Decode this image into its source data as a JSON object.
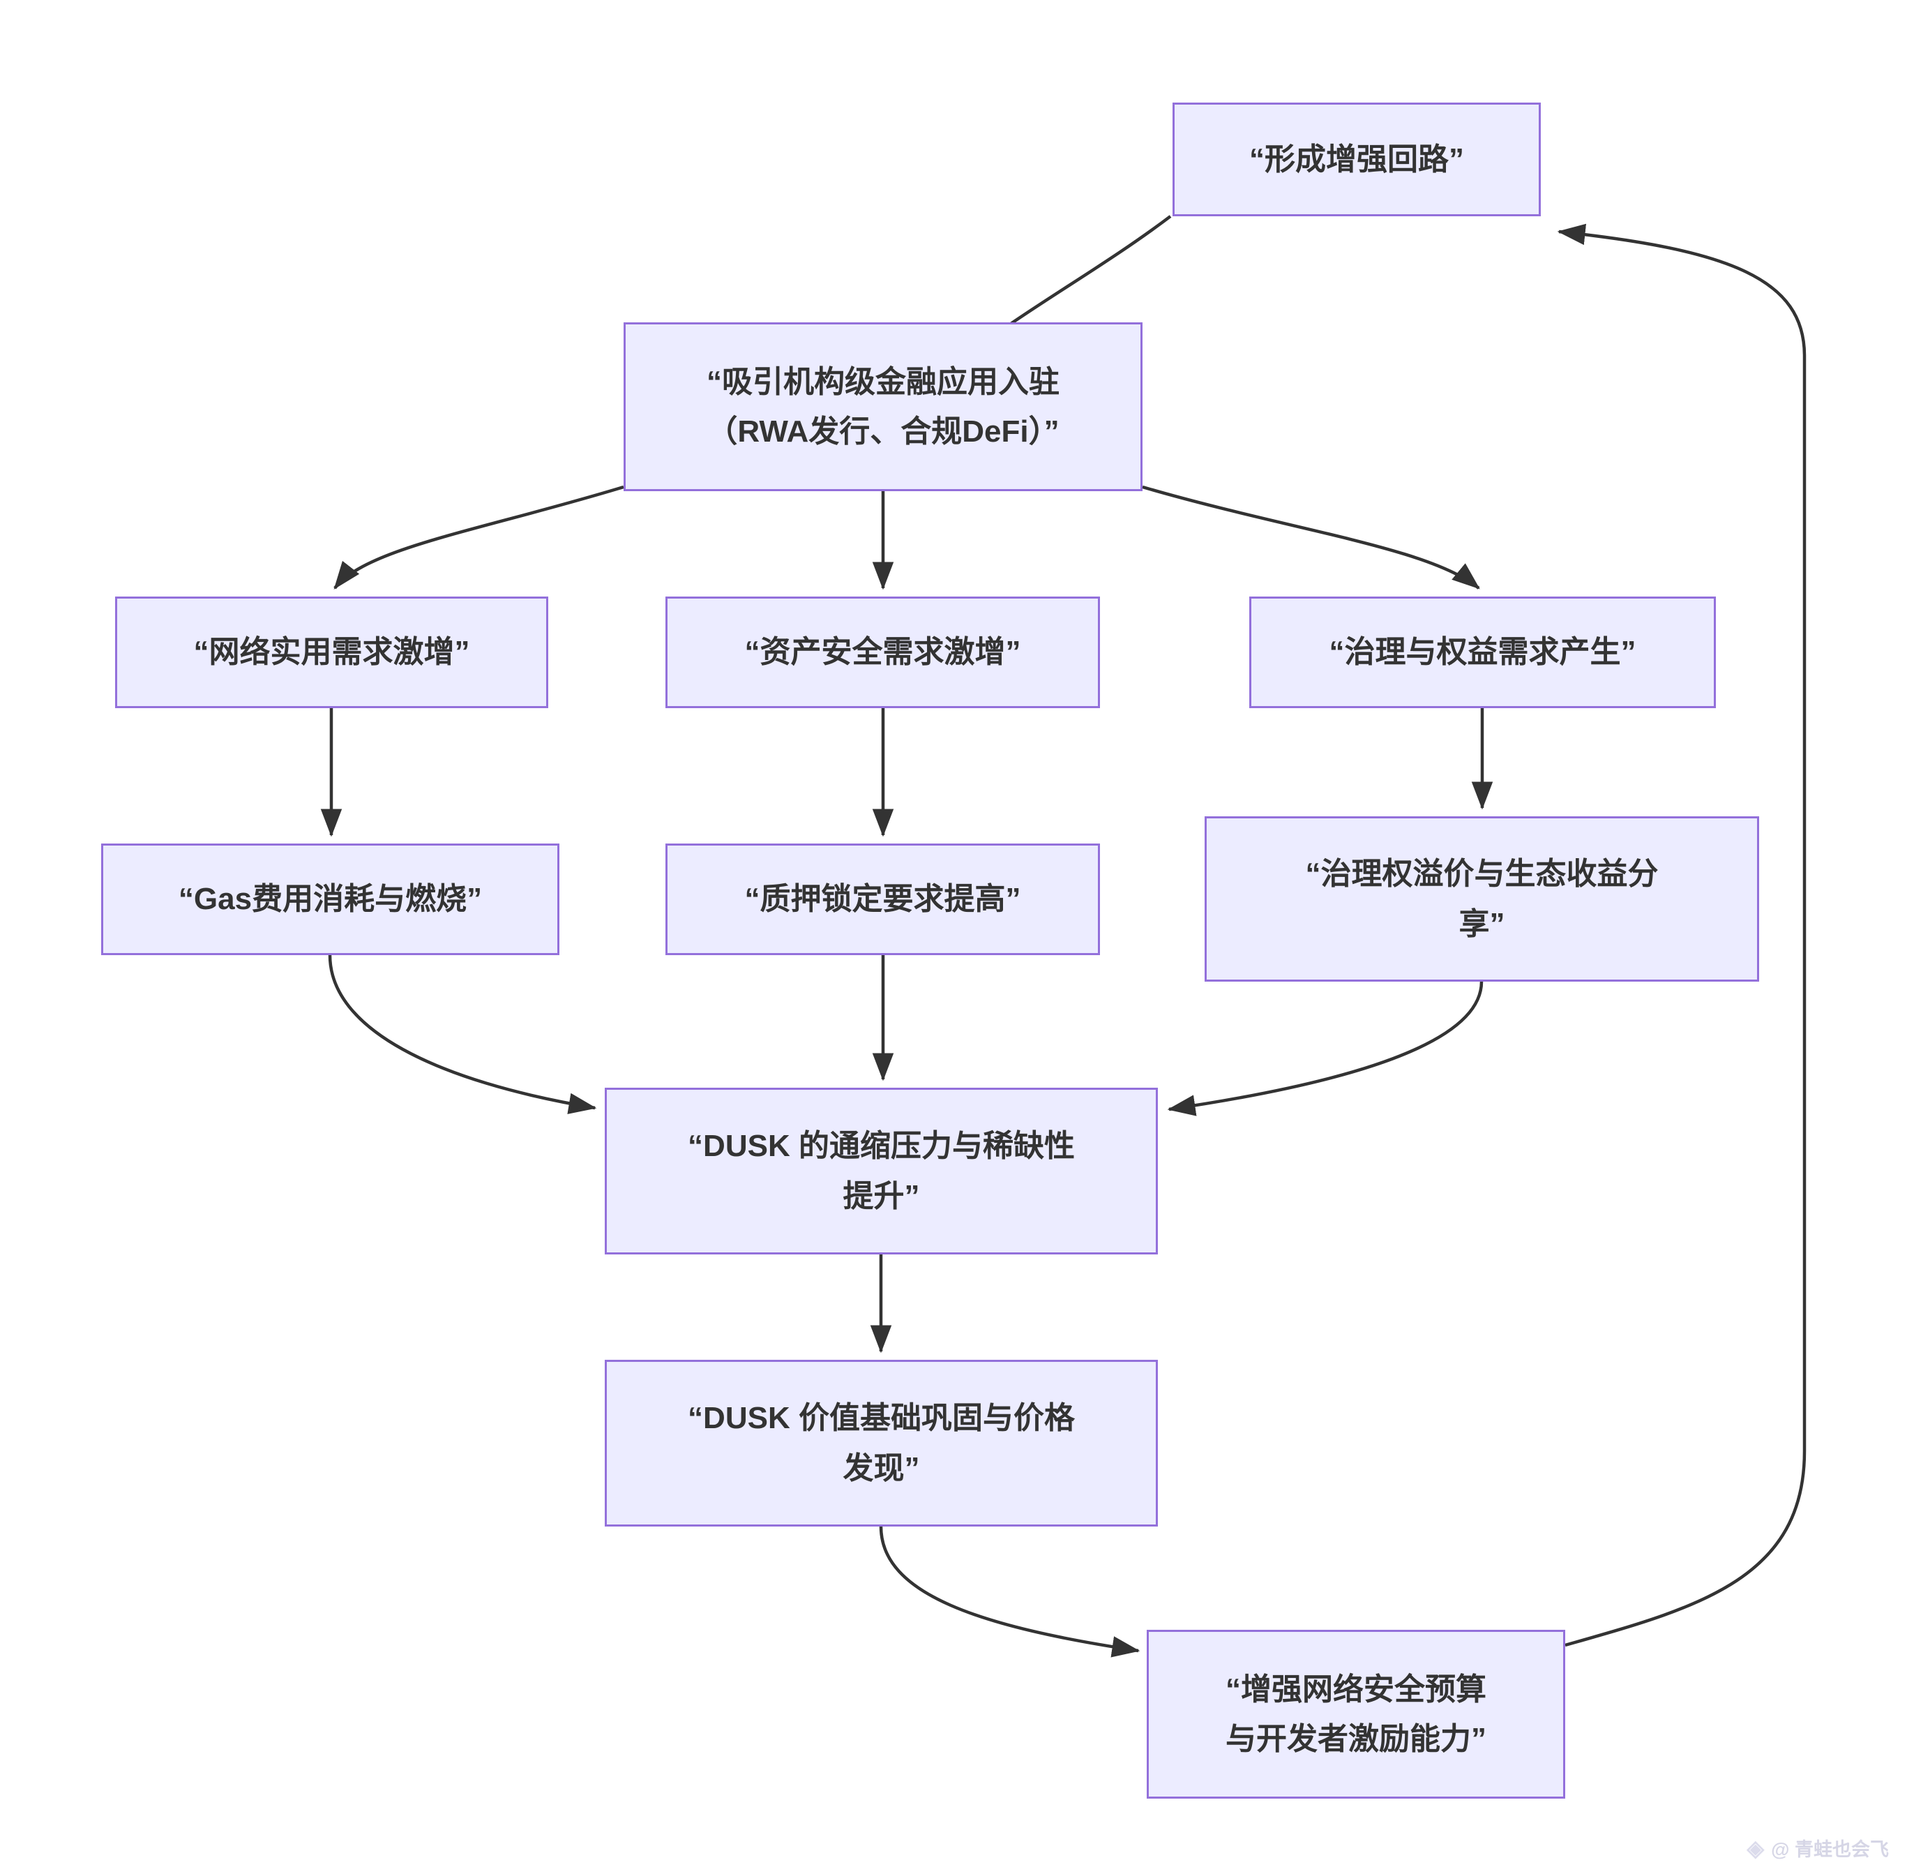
{
  "diagram": {
    "type": "flowchart",
    "direction": "top-down",
    "nodes": {
      "loop": {
        "label": "“形成增强回路”"
      },
      "attract": {
        "label": "“吸引机构级金融应用入驻\n（RWA发行、合规DeFi）”"
      },
      "net": {
        "label": "“网络实用需求激增”"
      },
      "asset": {
        "label": "“资产安全需求激增”"
      },
      "gov": {
        "label": "“治理与权益需求产生”"
      },
      "gas": {
        "label": "“Gas费用消耗与燃烧”"
      },
      "stake": {
        "label": "“质押锁定要求提高”"
      },
      "govshare": {
        "label": "“治理权溢价与生态收益分\n享”"
      },
      "dusk_deflation": {
        "label": "“DUSK 的通缩压力与稀缺性\n提升”"
      },
      "dusk_value": {
        "label": "“DUSK 价值基础巩固与价格\n发现”"
      },
      "budget": {
        "label": "“增强网络安全预算\n与开发者激励能力”"
      }
    },
    "edges": [
      {
        "from": "loop",
        "to": "attract"
      },
      {
        "from": "attract",
        "to": "net"
      },
      {
        "from": "attract",
        "to": "asset"
      },
      {
        "from": "attract",
        "to": "gov"
      },
      {
        "from": "net",
        "to": "gas"
      },
      {
        "from": "asset",
        "to": "stake"
      },
      {
        "from": "gov",
        "to": "govshare"
      },
      {
        "from": "gas",
        "to": "dusk_deflation"
      },
      {
        "from": "stake",
        "to": "dusk_deflation"
      },
      {
        "from": "govshare",
        "to": "dusk_deflation"
      },
      {
        "from": "dusk_deflation",
        "to": "dusk_value"
      },
      {
        "from": "dusk_value",
        "to": "budget"
      },
      {
        "from": "budget",
        "to": "loop"
      }
    ],
    "colors": {
      "node_fill": "#ECECFF",
      "node_border": "#9370DB",
      "edge": "#333333",
      "text": "#333333"
    }
  },
  "watermark": {
    "icon": "◈",
    "text": "@ 青蛙也会飞"
  }
}
